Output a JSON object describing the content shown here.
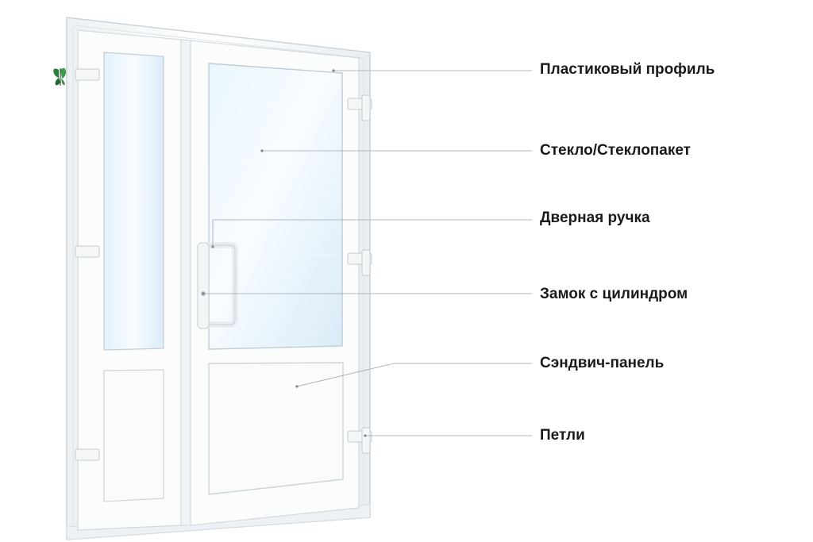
{
  "callouts": [
    {
      "label": "Пластиковый профиль"
    },
    {
      "label": "Стекло/Стеклопакет"
    },
    {
      "label": "Дверная ручка"
    },
    {
      "label": "Замок с цилиндром"
    },
    {
      "label": "Сэндвич-панель"
    },
    {
      "label": "Петли"
    }
  ],
  "colors": {
    "frame": "#f6f7f8",
    "frame_edge": "#cfd6dd",
    "glass_light": "#f4fbff",
    "glass_mid": "#dfeef9",
    "panel": "#fbfbfb",
    "leader_line": "#9ea5ab",
    "label_text": "#1a1a1a"
  },
  "icons": {
    "decoration": "butterfly-icon"
  }
}
